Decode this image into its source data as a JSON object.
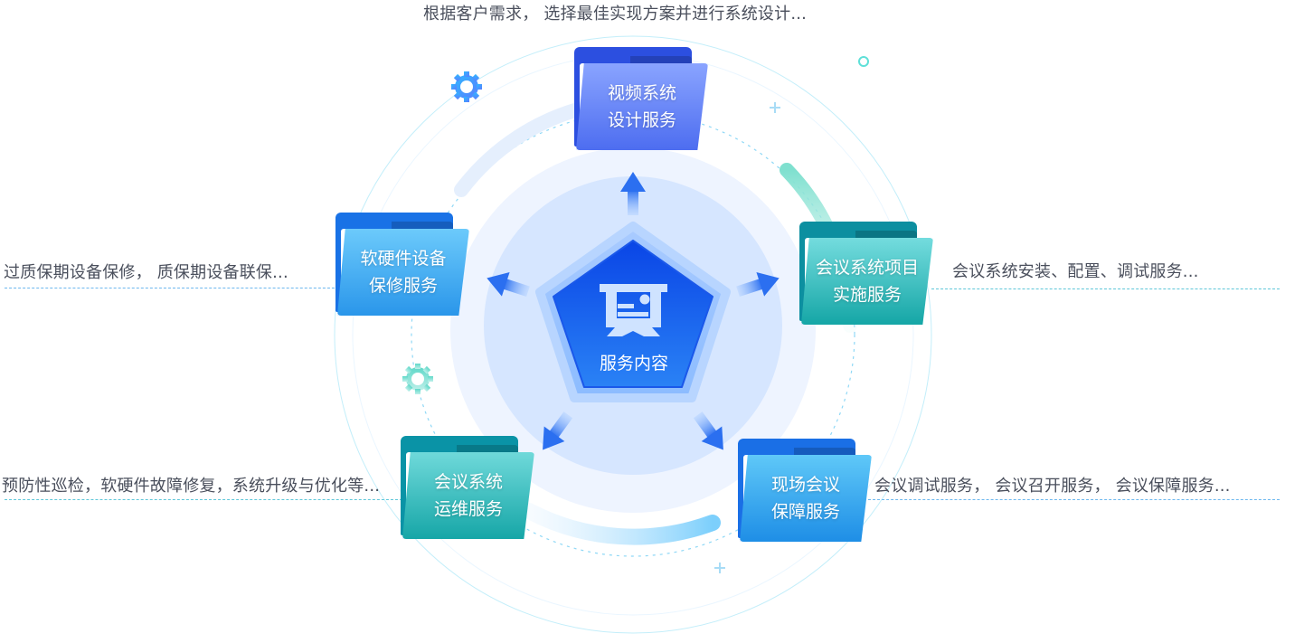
{
  "center": {
    "title": "服务内容",
    "icon": "presentation-board-icon"
  },
  "services": [
    {
      "id": "video",
      "title_line1": "视频系统",
      "title_line2": "设计服务",
      "description": "根据客户需求，  选择最佳实现方案并进行系统设计...",
      "color_top": "#8aa4ff",
      "color_bottom": "#4d6df0",
      "color_back": "#2c4fe0"
    },
    {
      "id": "implementation",
      "title_line1": "会议系统项目",
      "title_line2": "实施服务",
      "description": "会议系统安装、配置、调试服务...",
      "color_top": "#74dcde",
      "color_bottom": "#15a6a6",
      "color_back": "#0c8fa0"
    },
    {
      "id": "onsite",
      "title_line1": "现场会议",
      "title_line2": "保障服务",
      "description": "会议调试服务，  会议召开服务，  会议保障服务...",
      "color_top": "#5fc8f8",
      "color_bottom": "#1e8ee6",
      "color_back": "#1a6fe6"
    },
    {
      "id": "maintenance",
      "title_line1": "会议系统",
      "title_line2": "运维服务",
      "description": "预防性巡检，软硬件故障修复，系统升级与优化等...",
      "color_top": "#6fd9da",
      "color_bottom": "#16a6a7",
      "color_back": "#0a93a6"
    },
    {
      "id": "repair",
      "title_line1": "软硬件设备",
      "title_line2": "保修服务",
      "description": "过质保期设备保修，  质保期设备联保...",
      "color_top": "#6ccafb",
      "color_bottom": "#2a96ea",
      "color_back": "#1972e6"
    }
  ],
  "colors": {
    "accent": "#1a5ff0",
    "teal": "#3fd2c2",
    "line": "#7fd4f6",
    "text": "#4a4f5c"
  }
}
